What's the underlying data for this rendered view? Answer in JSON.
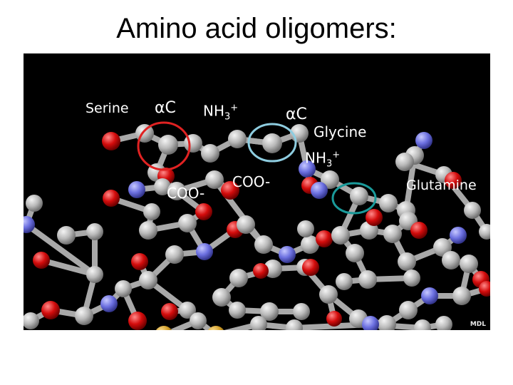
{
  "title": "Amino acid oligomers:",
  "labels": {
    "serine": "Serine",
    "alpha_c_1": "αC",
    "nh3_1_base": "NH",
    "nh3_1_sub": "3",
    "nh3_1_sup": "+",
    "alpha_c_2": "αC",
    "glycine": "Glycine",
    "nh3_2_base": "NH",
    "nh3_2_sub": "3",
    "nh3_2_sup": "+",
    "coo_1": "COO-",
    "coo_2": "COO-",
    "glutamine": "Glutamine"
  },
  "watermark": "MDL",
  "colors": {
    "carbon": "#bdbdbd",
    "nitrogen": "#6f72e0",
    "oxygen": "#d60c0c",
    "sulfur": "#d4a02a",
    "circle_serine": "#e02222",
    "circle_glycine": "#8ecde0",
    "circle_glutamine": "#1a9a9a"
  }
}
